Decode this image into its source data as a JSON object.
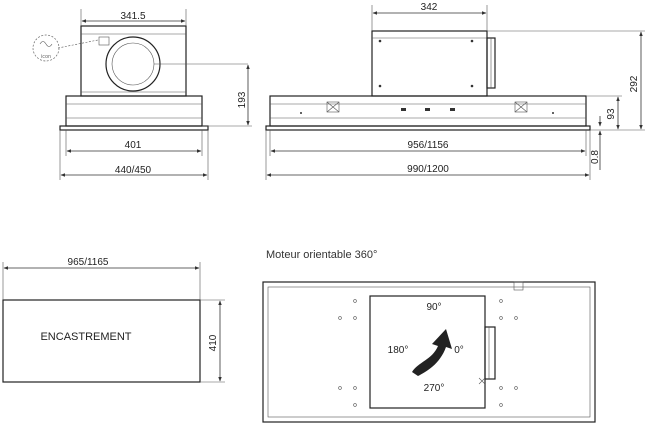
{
  "side_view": {
    "dim_top": "341.5",
    "dim_height": "193",
    "dim_inner": "401",
    "dim_outer": "440/450",
    "stamp_text": "icon"
  },
  "front_view": {
    "dim_motor_width": "342",
    "dim_total_height": "292",
    "dim_body_height": "93",
    "dim_glass": "0.8",
    "dim_inner_width": "956/1156",
    "dim_outer_width": "990/1200"
  },
  "cutout_view": {
    "dim_width": "965/1165",
    "dim_depth": "410",
    "label": "ENCASTREMENT"
  },
  "top_view": {
    "title": "Moteur orientable 360°",
    "angle_top": "90°",
    "angle_left": "180°",
    "angle_right": "0°",
    "angle_bottom": "270°"
  },
  "colors": {
    "line": "#333333",
    "text": "#222222",
    "background": "#ffffff"
  }
}
